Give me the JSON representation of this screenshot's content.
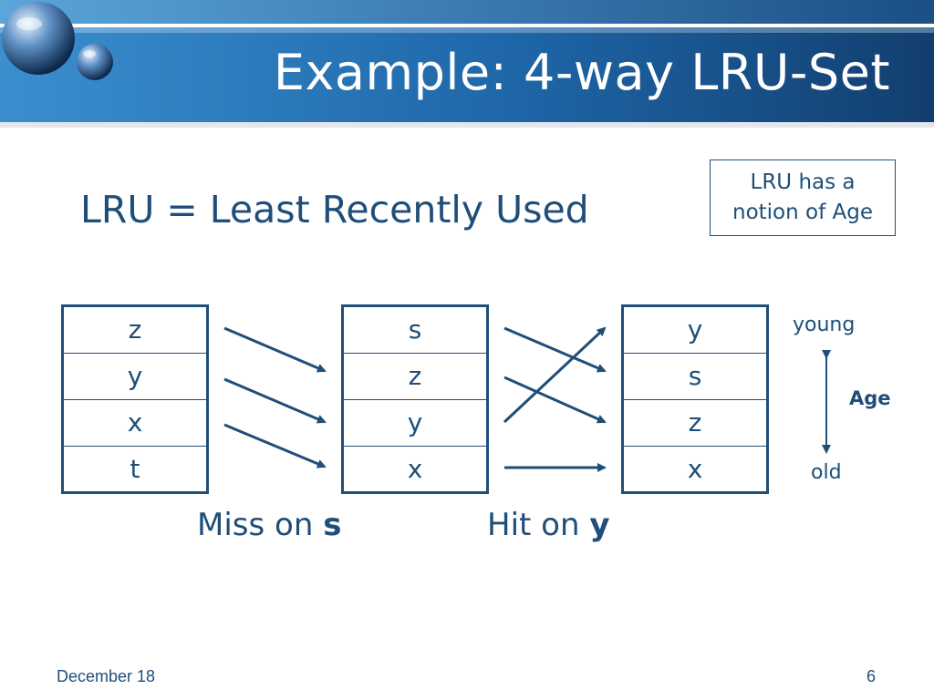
{
  "header": {
    "title": "Example: 4-way LRU-Set"
  },
  "subtitle": "LRU = Least Recently Used",
  "note": {
    "line1": "LRU has a",
    "line2": "notion of Age"
  },
  "stacks": [
    {
      "cells": [
        "z",
        "y",
        "x",
        "t"
      ]
    },
    {
      "cells": [
        "s",
        "z",
        "y",
        "x"
      ]
    },
    {
      "cells": [
        "y",
        "s",
        "z",
        "x"
      ]
    }
  ],
  "captions": {
    "miss_prefix": "Miss on ",
    "miss_key": "s",
    "hit_prefix": "Hit on ",
    "hit_key": "y"
  },
  "age": {
    "young": "young",
    "old": "old",
    "label": "Age"
  },
  "footer": {
    "date": "December 18",
    "page": "6"
  },
  "colors": {
    "accent": "#1f4e79",
    "header_dark": "#123e6e",
    "header_light": "#3b8fcf"
  }
}
